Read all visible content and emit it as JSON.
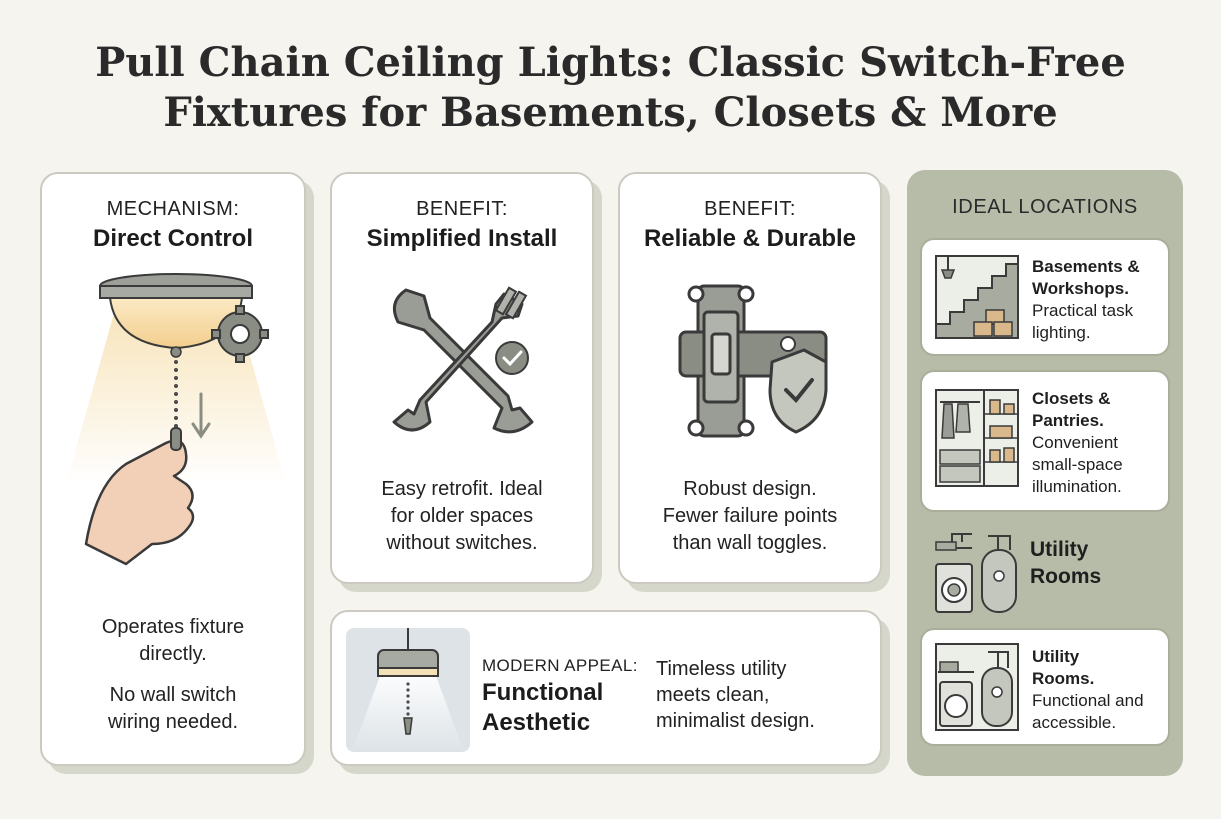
{
  "title": {
    "line1": "Pull Chain Ceiling Lights: Classic Switch-Free",
    "line2": "Fixtures for Basements, Closets & More"
  },
  "cards": [
    {
      "kicker": "MECHANISM:",
      "headline": "Direct Control",
      "desc_lines": [
        "Operates fixture",
        "directly."
      ],
      "desc_lines_2": [
        "No wall switch",
        "wiring needed."
      ],
      "icon": "pull-chain-light-icon"
    },
    {
      "kicker": "BENEFIT:",
      "headline": "Simplified Install",
      "desc_lines": [
        "Easy retrofit. Ideal",
        "for older spaces",
        "without switches."
      ],
      "icon": "wrench-icon"
    },
    {
      "kicker": "BENEFIT:",
      "headline": "Reliable & Durable",
      "desc_lines": [
        "Robust design.",
        "Fewer failure points",
        "than wall toggles."
      ],
      "icon": "switch-shield-icon"
    }
  ],
  "modern": {
    "kicker": "MODERN APPEAL:",
    "headline_lines": [
      "Functional",
      "Aesthetic"
    ],
    "desc_lines": [
      "Timeless utility",
      "meets clean,",
      "minimalist design."
    ],
    "icon": "pendant-lamp-icon"
  },
  "locations": {
    "title": "IDEAL LOCATIONS",
    "items": [
      {
        "bold": [
          "Basements &",
          "Workshops."
        ],
        "text": [
          "Practical task",
          "lighting."
        ],
        "icon": "basement-stairs-icon"
      },
      {
        "bold": [
          "Closets &",
          "Pantries."
        ],
        "text": [
          "Convenient",
          "small-space",
          "illumination."
        ],
        "icon": "closet-icon"
      },
      {
        "bold": [
          "Utility",
          "Rooms"
        ],
        "text": [],
        "icon": "utility-room-icon"
      },
      {
        "bold": [
          "Utility",
          "Rooms."
        ],
        "text": [
          "Functional and",
          "accessible."
        ],
        "icon": "utility-room-icon"
      }
    ]
  },
  "colors": {
    "background": "#f6f4ef",
    "panel": "#b7bca9",
    "icon_gray": "#8a8d84",
    "icon_dark": "#3a3a3a",
    "warm_light": "#f7e2b6"
  }
}
